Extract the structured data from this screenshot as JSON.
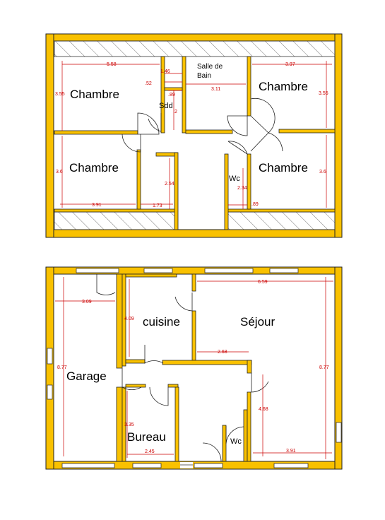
{
  "upper_floor": {
    "rooms": {
      "chambre_nw": "Chambre",
      "chambre_ne": "Chambre",
      "chambre_sw": "Chambre",
      "chambre_se": "Chambre",
      "sdd": "Sdd",
      "salle_de_bain_line1": "Salle de",
      "salle_de_bain_line2": "Bain",
      "wc": "Wc"
    },
    "dimensions": {
      "d558": "5.58",
      "d146": "1.46",
      "d052": ".52",
      "d089": ".89",
      "d2": "2",
      "d311": "3.11",
      "d397": "3.97",
      "d355l": "3.55",
      "d355r": "3.55",
      "d36l": "3.6",
      "d36r": "3.6",
      "d254": "2.54",
      "d234": "2.34",
      "d391": "3.91",
      "d173": "1.73",
      "d089b": ".89"
    }
  },
  "lower_floor": {
    "rooms": {
      "garage": "Garage",
      "cuisine": "cuisine",
      "sejour": "Séjour",
      "bureau": "Bureau",
      "wc": "Wc"
    },
    "dimensions": {
      "d309": "3.09",
      "d877l": "8.77",
      "d409": "4.09",
      "d659": "6.59",
      "d268": "2.68",
      "d877r": "8.77",
      "d468": "4.68",
      "d335": "3.35",
      "d245": "2.45",
      "d391": "3.91"
    }
  },
  "colors": {
    "wall": "#F9C100",
    "dimension": "#cc0000"
  }
}
